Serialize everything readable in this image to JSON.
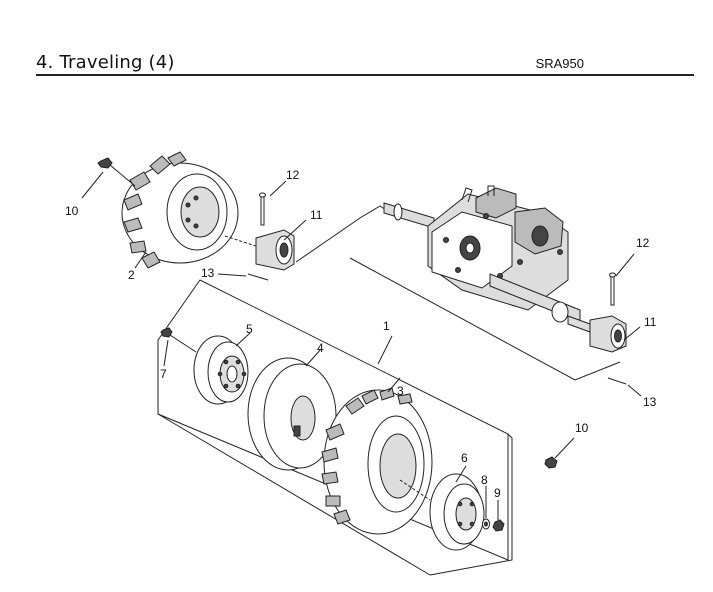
{
  "header": {
    "section_title": "4. Traveling (4)",
    "model_code": "SRA950"
  },
  "callouts": {
    "c1": "1",
    "c2": "2",
    "c3": "3",
    "c4": "4",
    "c5": "5",
    "c6": "6",
    "c7": "7",
    "c8": "8",
    "c9": "9",
    "c10a": "10",
    "c10b": "10",
    "c11a": "11",
    "c11b": "11",
    "c12a": "12",
    "c12b": "12",
    "c13a": "13",
    "c13b": "13"
  }
}
